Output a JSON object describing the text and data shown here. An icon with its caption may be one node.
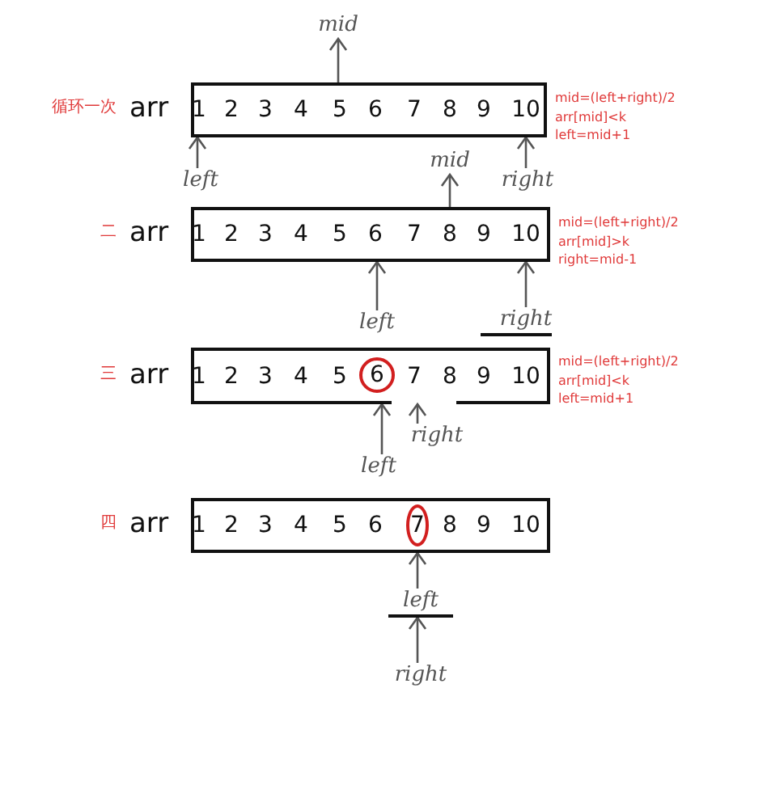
{
  "diagram": {
    "nodes": [
      {
        "text": [
          "1",
          "2",
          "3",
          "4",
          "5",
          "6",
          "7",
          "8",
          "9",
          "10"
        ],
        "beside": [
          "循环一次",
          "arr",
          "mid=(left+right)/2",
          "arr[mid]<k",
          "left=mid+1"
        ]
      },
      {
        "text": [
          "mid"
        ]
      },
      {
        "text": [
          "left"
        ]
      },
      {
        "text": [
          "right"
        ]
      },
      {
        "text": [
          "1",
          "2",
          "3",
          "4",
          "5",
          "6",
          "7",
          "8",
          "9",
          "10"
        ],
        "beside": [
          "二",
          "arr",
          "mid=(left+right)/2",
          "arr[mid]>k",
          "right=mid-1"
        ]
      },
      {
        "text": [
          "mid"
        ]
      },
      {
        "text": [
          "left"
        ]
      },
      {
        "text": [
          "right"
        ]
      },
      {
        "text": [
          "1",
          "2",
          "3",
          "4",
          "5",
          "7",
          "8",
          "9",
          "10"
        ],
        "beside": [
          "三",
          "arr",
          "mid=(left+right)/2",
          "arr[mid]<k",
          "left=mid+1"
        ]
      },
      {
        "text": [
          "6"
        ],
        "in": 8
      },
      {
        "text": [
          "right"
        ]
      },
      {
        "text": [
          "left"
        ]
      },
      {
        "text": [
          "1",
          "2",
          "3",
          "4",
          "5",
          "6",
          "8",
          "9",
          "10"
        ],
        "beside": [
          "四",
          "arr"
        ]
      },
      {
        "text": [
          "7"
        ],
        "in": 12
      },
      {
        "text": [
          "left"
        ]
      },
      {
        "text": [
          "right"
        ]
      }
    ],
    "edges": [
      {
        "from": 0,
        "to": 1,
        "arrow": "to"
      },
      {
        "from": 2,
        "to": 0,
        "arrow": "to"
      },
      {
        "from": 3,
        "to": 0,
        "arrow": "to"
      },
      {
        "from": 4,
        "to": 5,
        "arrow": "to"
      },
      {
        "from": 6,
        "to": 4,
        "arrow": "to"
      },
      {
        "from": 7,
        "to": 4,
        "arrow": "to"
      },
      {
        "from": 10,
        "to": 8,
        "arrow": "to"
      },
      {
        "from": 11,
        "to": 8,
        "arrow": "to"
      },
      {
        "from": 14,
        "to": 12,
        "arrow": "to"
      },
      {
        "from": 15,
        "to": 14,
        "arrow": "to"
      }
    ]
  }
}
